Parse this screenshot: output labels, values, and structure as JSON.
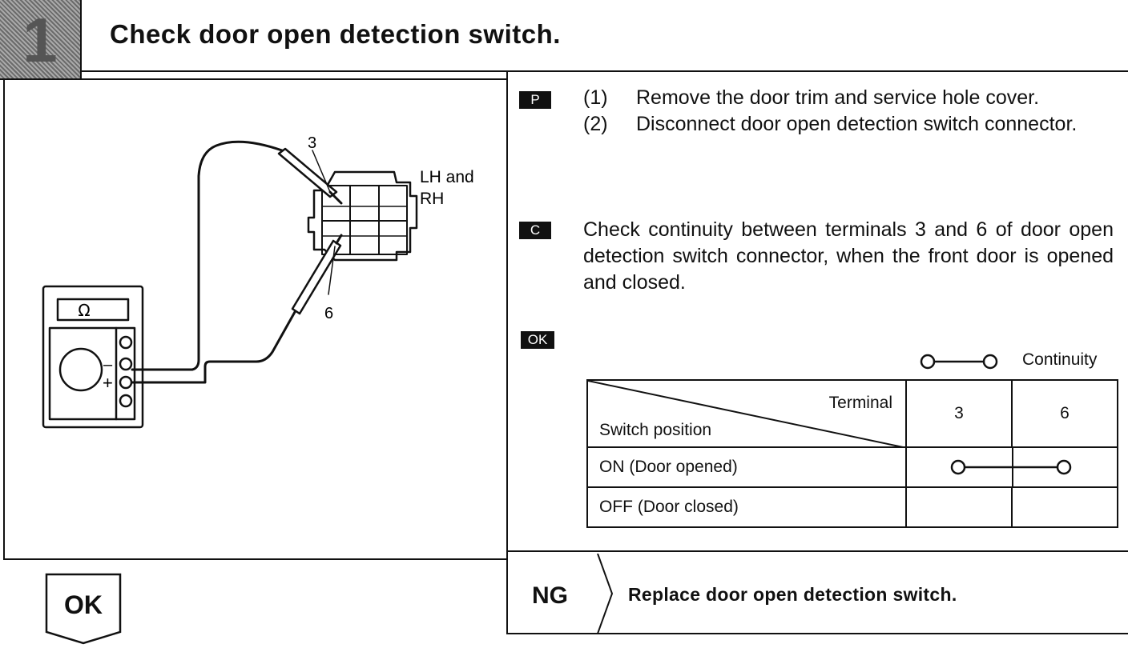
{
  "header": {
    "step_number": "1",
    "title": "Check door open detection switch."
  },
  "diagram": {
    "terminal_top": "3",
    "terminal_bottom": "6",
    "side_label_1": "LH and",
    "side_label_2": "RH",
    "meter_symbol": "Ω",
    "minus": "–",
    "plus": "+"
  },
  "procedure": {
    "tag": "P",
    "steps": [
      {
        "num": "(1)",
        "text": "Remove the door trim and service hole cover."
      },
      {
        "num": "(2)",
        "text": "Disconnect door open detection switch connector."
      }
    ]
  },
  "check": {
    "tag": "C",
    "text": "Check continuity between terminals 3 and 6 of door open detection switch connector, when the front door is opened and closed."
  },
  "ok_tag": "OK",
  "legend": {
    "text": "Continuity"
  },
  "table": {
    "header_terminal": "Terminal",
    "header_switch": "Switch position",
    "columns": [
      "3",
      "6"
    ],
    "rows": [
      {
        "label": "ON (Door opened)",
        "continuity": true
      },
      {
        "label": "OFF (Door closed)",
        "continuity": false
      }
    ]
  },
  "result": {
    "ok_label": "OK",
    "ng_label": "NG",
    "ng_text": "Replace door open detection switch."
  }
}
